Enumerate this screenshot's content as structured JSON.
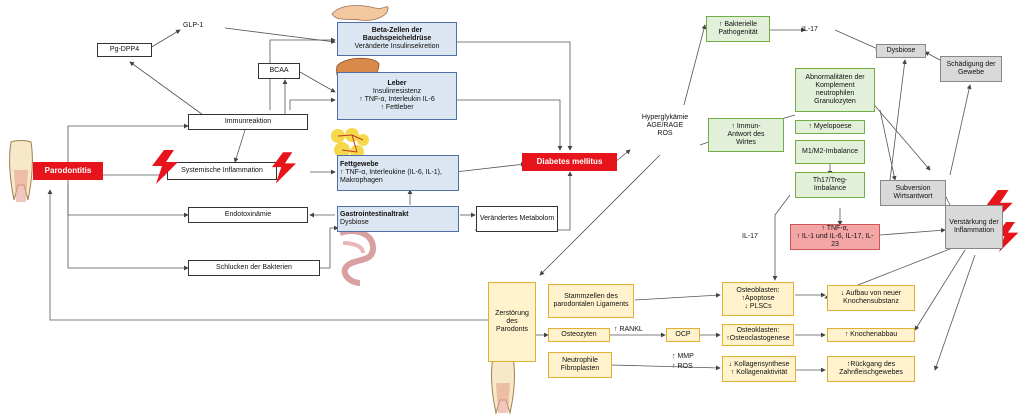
{
  "nodes": {
    "parodontitis": "Parodontitis",
    "pg_dpp4": "Pg-DPP4",
    "glp1": "GLP-1",
    "bcaa": "BCAA",
    "immunreaktion": "Immunreaktion",
    "systemische": "Systemische Inflammation",
    "endotoxinaemie": "Endotoxinämie",
    "schlucken": "Schlucken der Bakterien",
    "beta_title": "Beta-Zellen der Bauchspeicheldrüse",
    "beta_sub": "Veränderte Insulinsekretion",
    "leber_title": "Leber",
    "leber_l1": "Insulinresistenz",
    "leber_l2": "TNF-α, Interleukin IL-6",
    "leber_l3": "Fettleber",
    "fett_title": "Fettgewebe",
    "fett_l1": "TNF-α, Interleukine (IL-6, IL-1),",
    "fett_l2": "Makrophagen",
    "gastro_title": "Gastrointestinaltrakt",
    "gastro_sub": "Dysbiose",
    "metabolom": "Verändertes Metabolom",
    "diabetes": "Diabetes mellitus",
    "hyper_l1": "Hyperglykämie",
    "hyper_l2": "AGE/RAGE",
    "hyper_l3": "ROS",
    "bakt": "Bakterielle Pathogenität",
    "il17_top": "IL-17",
    "dysbiose": "Dysbiose",
    "schaedigung": "Schädigung der Gewebe",
    "immun_l1": "Immun-",
    "immun_l2": "Antwort des",
    "immun_l3": "Wirtes",
    "abnorm": "Abnormalitäten der Komplement neutrophilen Granulozyten",
    "myelopoese": "Myelopoese",
    "m1m2": "M1/M2-Imbalance",
    "th17": "Th17/Treg-Imbalance",
    "subversion": "Subversion Wirtsantwort",
    "tnf_l1": "TNF-α,",
    "tnf_l2": "IL-1 und IL-6, IL-17, IL-23",
    "il17_mid": "IL-17",
    "verstaerkung": "Verstärkung der Inflammation",
    "zerstoerung": "Zerstörung des Parodonts",
    "stammzellen": "Stammzellen des parodontalen Ligaments",
    "osteoblasten_t": "Osteoblasten:",
    "osteoblasten_l1": "Apoptose",
    "osteoblasten_l2": "PLSCs",
    "aufbau": "Aufbau von neuer Knochensubstanz",
    "osteozyten": "Osteozyten",
    "rankl": "RANKL",
    "ocp": "OCP",
    "osteoklasten_t": "Osteoklasten:",
    "osteoklasten_l1": "Osteoclastogenese",
    "knochenabbau": "Knochenabbau",
    "neutrophile": "Neutrophile Fibroplasten",
    "mmp": "MMP",
    "ros": "ROS",
    "kollagen_l1": "Kollagensynthese",
    "kollagen_l2": "Kollagenaktivität",
    "rueckgang": "Rückgang des Zahnfleischgewebes"
  },
  "colors": {
    "red": "#e8141c",
    "blue": "#dce6f2",
    "green": "#e2efd9",
    "gray": "#d9d9d9",
    "pink": "#f4a6a6",
    "yellow": "#fff2cc"
  }
}
